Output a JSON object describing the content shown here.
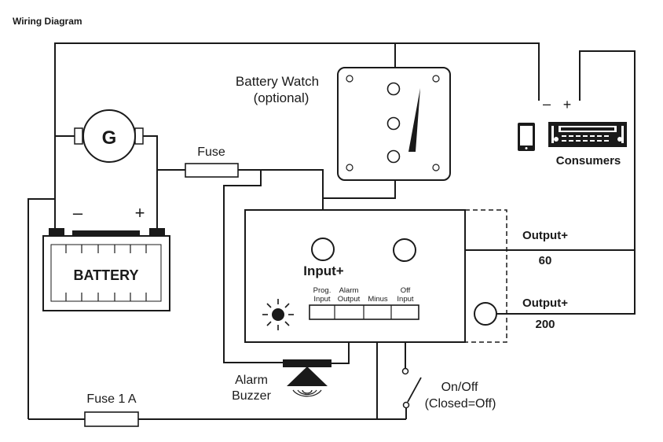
{
  "title": "Wiring Diagram",
  "labels": {
    "battery_watch_line1": "Battery Watch",
    "battery_watch_line2": "(optional)",
    "generator": "G",
    "fuse": "Fuse",
    "fuse_1a": "Fuse 1 A",
    "battery": "BATTERY",
    "battery_minus": "–",
    "battery_plus": "+",
    "consumers": "Consumers",
    "consumers_minus": "–",
    "consumers_plus": "+",
    "input_plus": "Input+",
    "output_60_label": "Output+",
    "output_60_value": "60",
    "output_200_label": "Output+",
    "output_200_value": "200",
    "terminal_prog_1": "Prog.",
    "terminal_prog_2": "Input",
    "terminal_alarm_1": "Alarm",
    "terminal_alarm_2": "Output",
    "terminal_minus": "Minus",
    "terminal_off_1": "Off",
    "terminal_off_2": "Input",
    "alarm_buzzer_1": "Alarm",
    "alarm_buzzer_2": "Buzzer",
    "onoff_1": "On/Off",
    "onoff_2": "(Closed=Off)"
  }
}
